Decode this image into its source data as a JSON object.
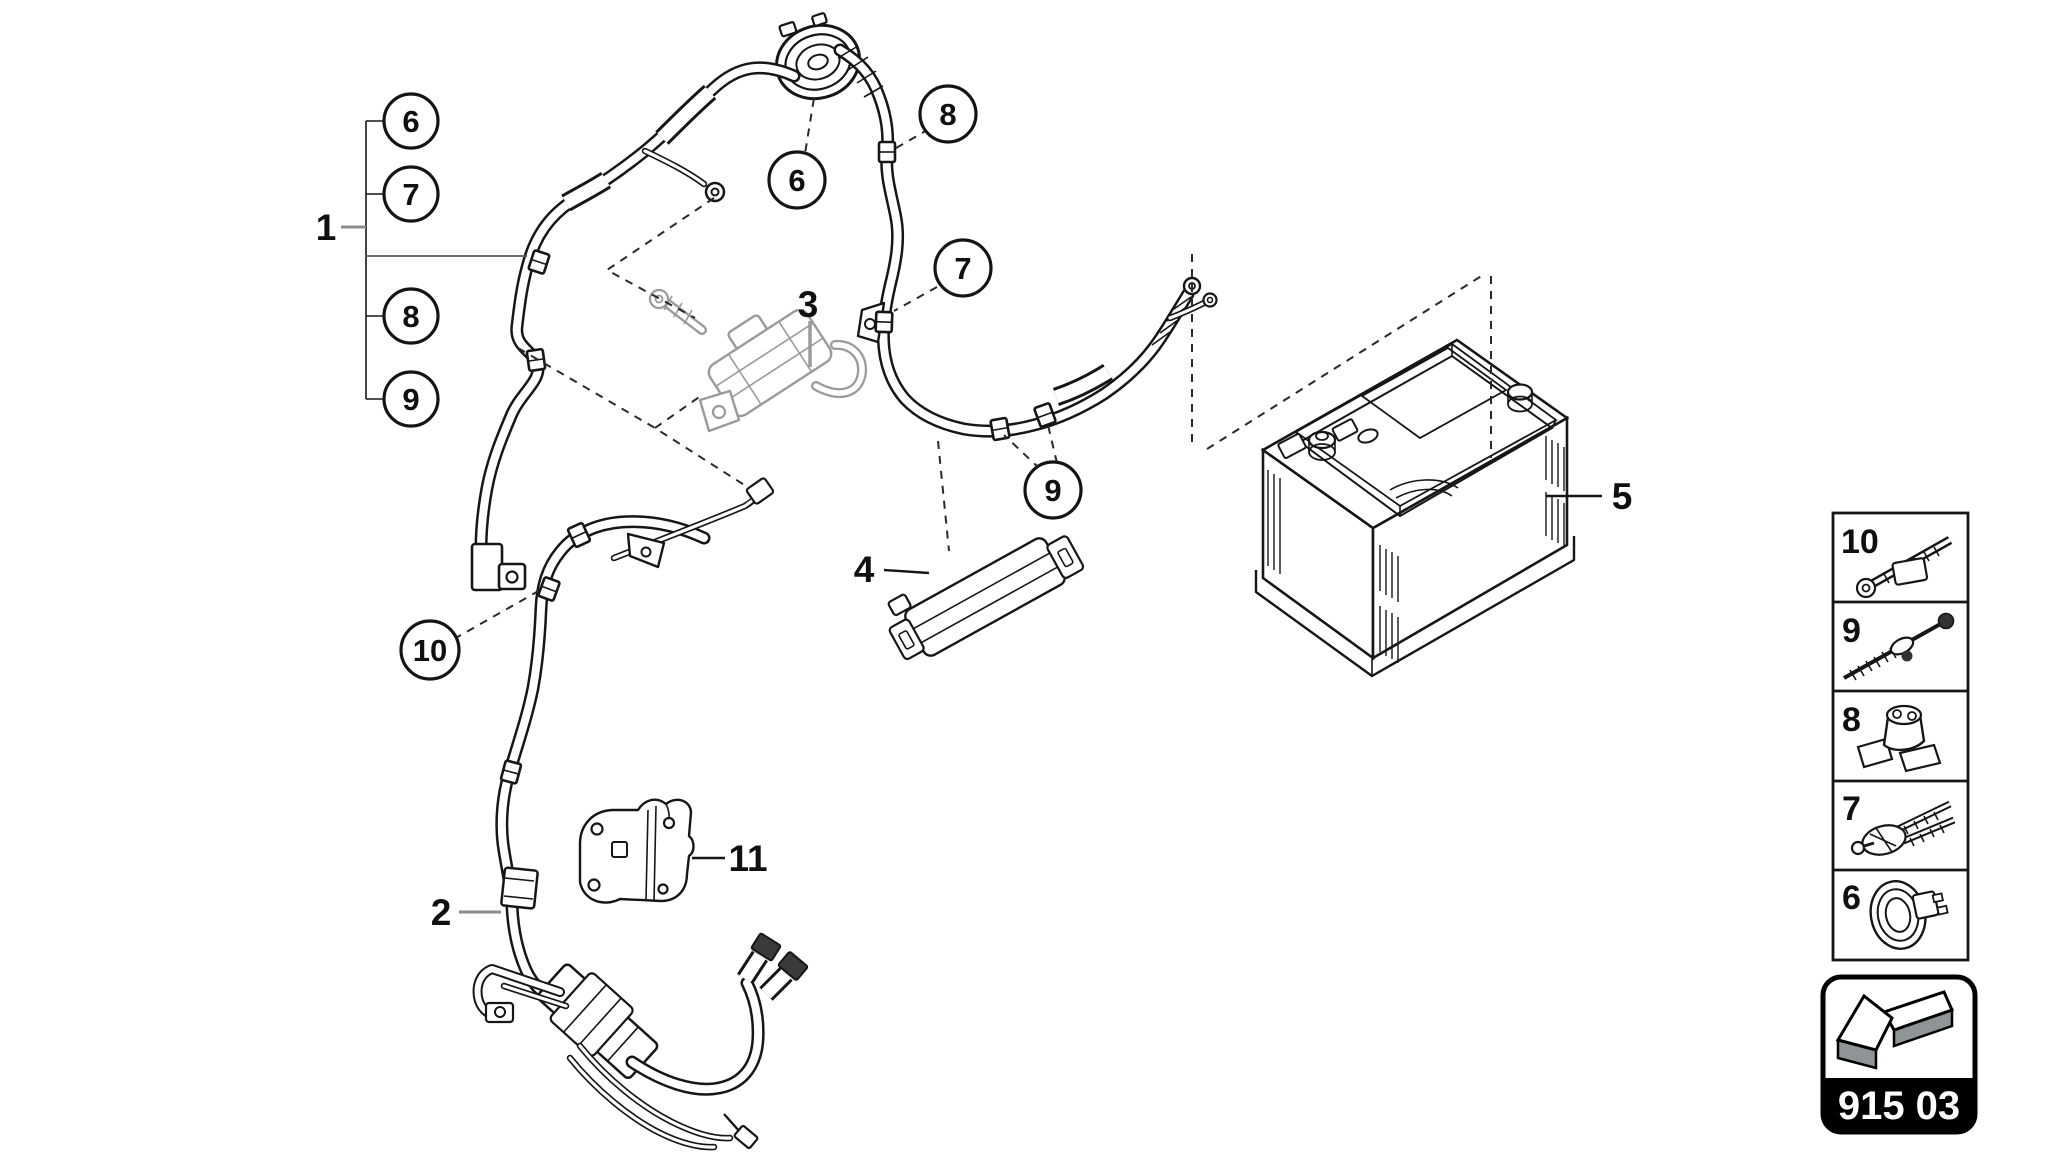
{
  "diagram_title_code": "915 03",
  "callouts": {
    "group1": {
      "label": "1"
    },
    "left_circles": [
      {
        "label": "6"
      },
      {
        "label": "7"
      },
      {
        "label": "8"
      },
      {
        "label": "9"
      }
    ],
    "field_circles": [
      {
        "label": "6"
      },
      {
        "label": "8"
      },
      {
        "label": "7"
      },
      {
        "label": "9"
      },
      {
        "label": "10"
      }
    ],
    "plain": [
      {
        "label": "2"
      },
      {
        "label": "3"
      },
      {
        "label": "4"
      },
      {
        "label": "5"
      },
      {
        "label": "11"
      }
    ]
  },
  "legend": {
    "rows": [
      {
        "number": "10",
        "icon": "cable-tie-with-clip-icon"
      },
      {
        "number": "9",
        "icon": "fastening-screw-icon"
      },
      {
        "number": "8",
        "icon": "cable-clamp-icon"
      },
      {
        "number": "7",
        "icon": "cable-tie-icon"
      },
      {
        "number": "6",
        "icon": "grommet-icon"
      }
    ]
  },
  "badge": {
    "code": "915 03",
    "icon": "direction-arrow-icon"
  },
  "colors": {
    "line": "#161616",
    "ghost_part": "#9a9a9a",
    "leader_gray": "#8c8c8c",
    "badge_background": "#000000",
    "badge_text": "#ffffff",
    "background": "#ffffff"
  }
}
